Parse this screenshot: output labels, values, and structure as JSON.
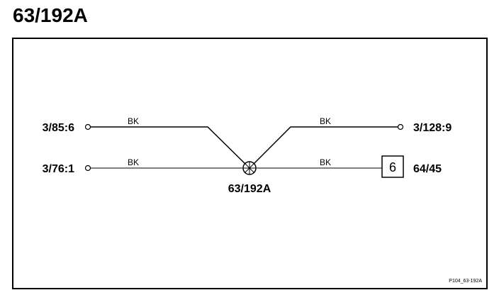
{
  "title": "63/192A",
  "connectors": {
    "top_left": "3/85:6",
    "bottom_left": "3/76:1",
    "top_right": "3/128:9",
    "bottom_right": "64/45"
  },
  "splice": {
    "label": "63/192A"
  },
  "box": {
    "number": "6"
  },
  "wires": {
    "top_left": "BK",
    "bottom_left": "BK",
    "top_right": "BK",
    "bottom_right": "BK"
  },
  "reference": "P104_63-192A"
}
